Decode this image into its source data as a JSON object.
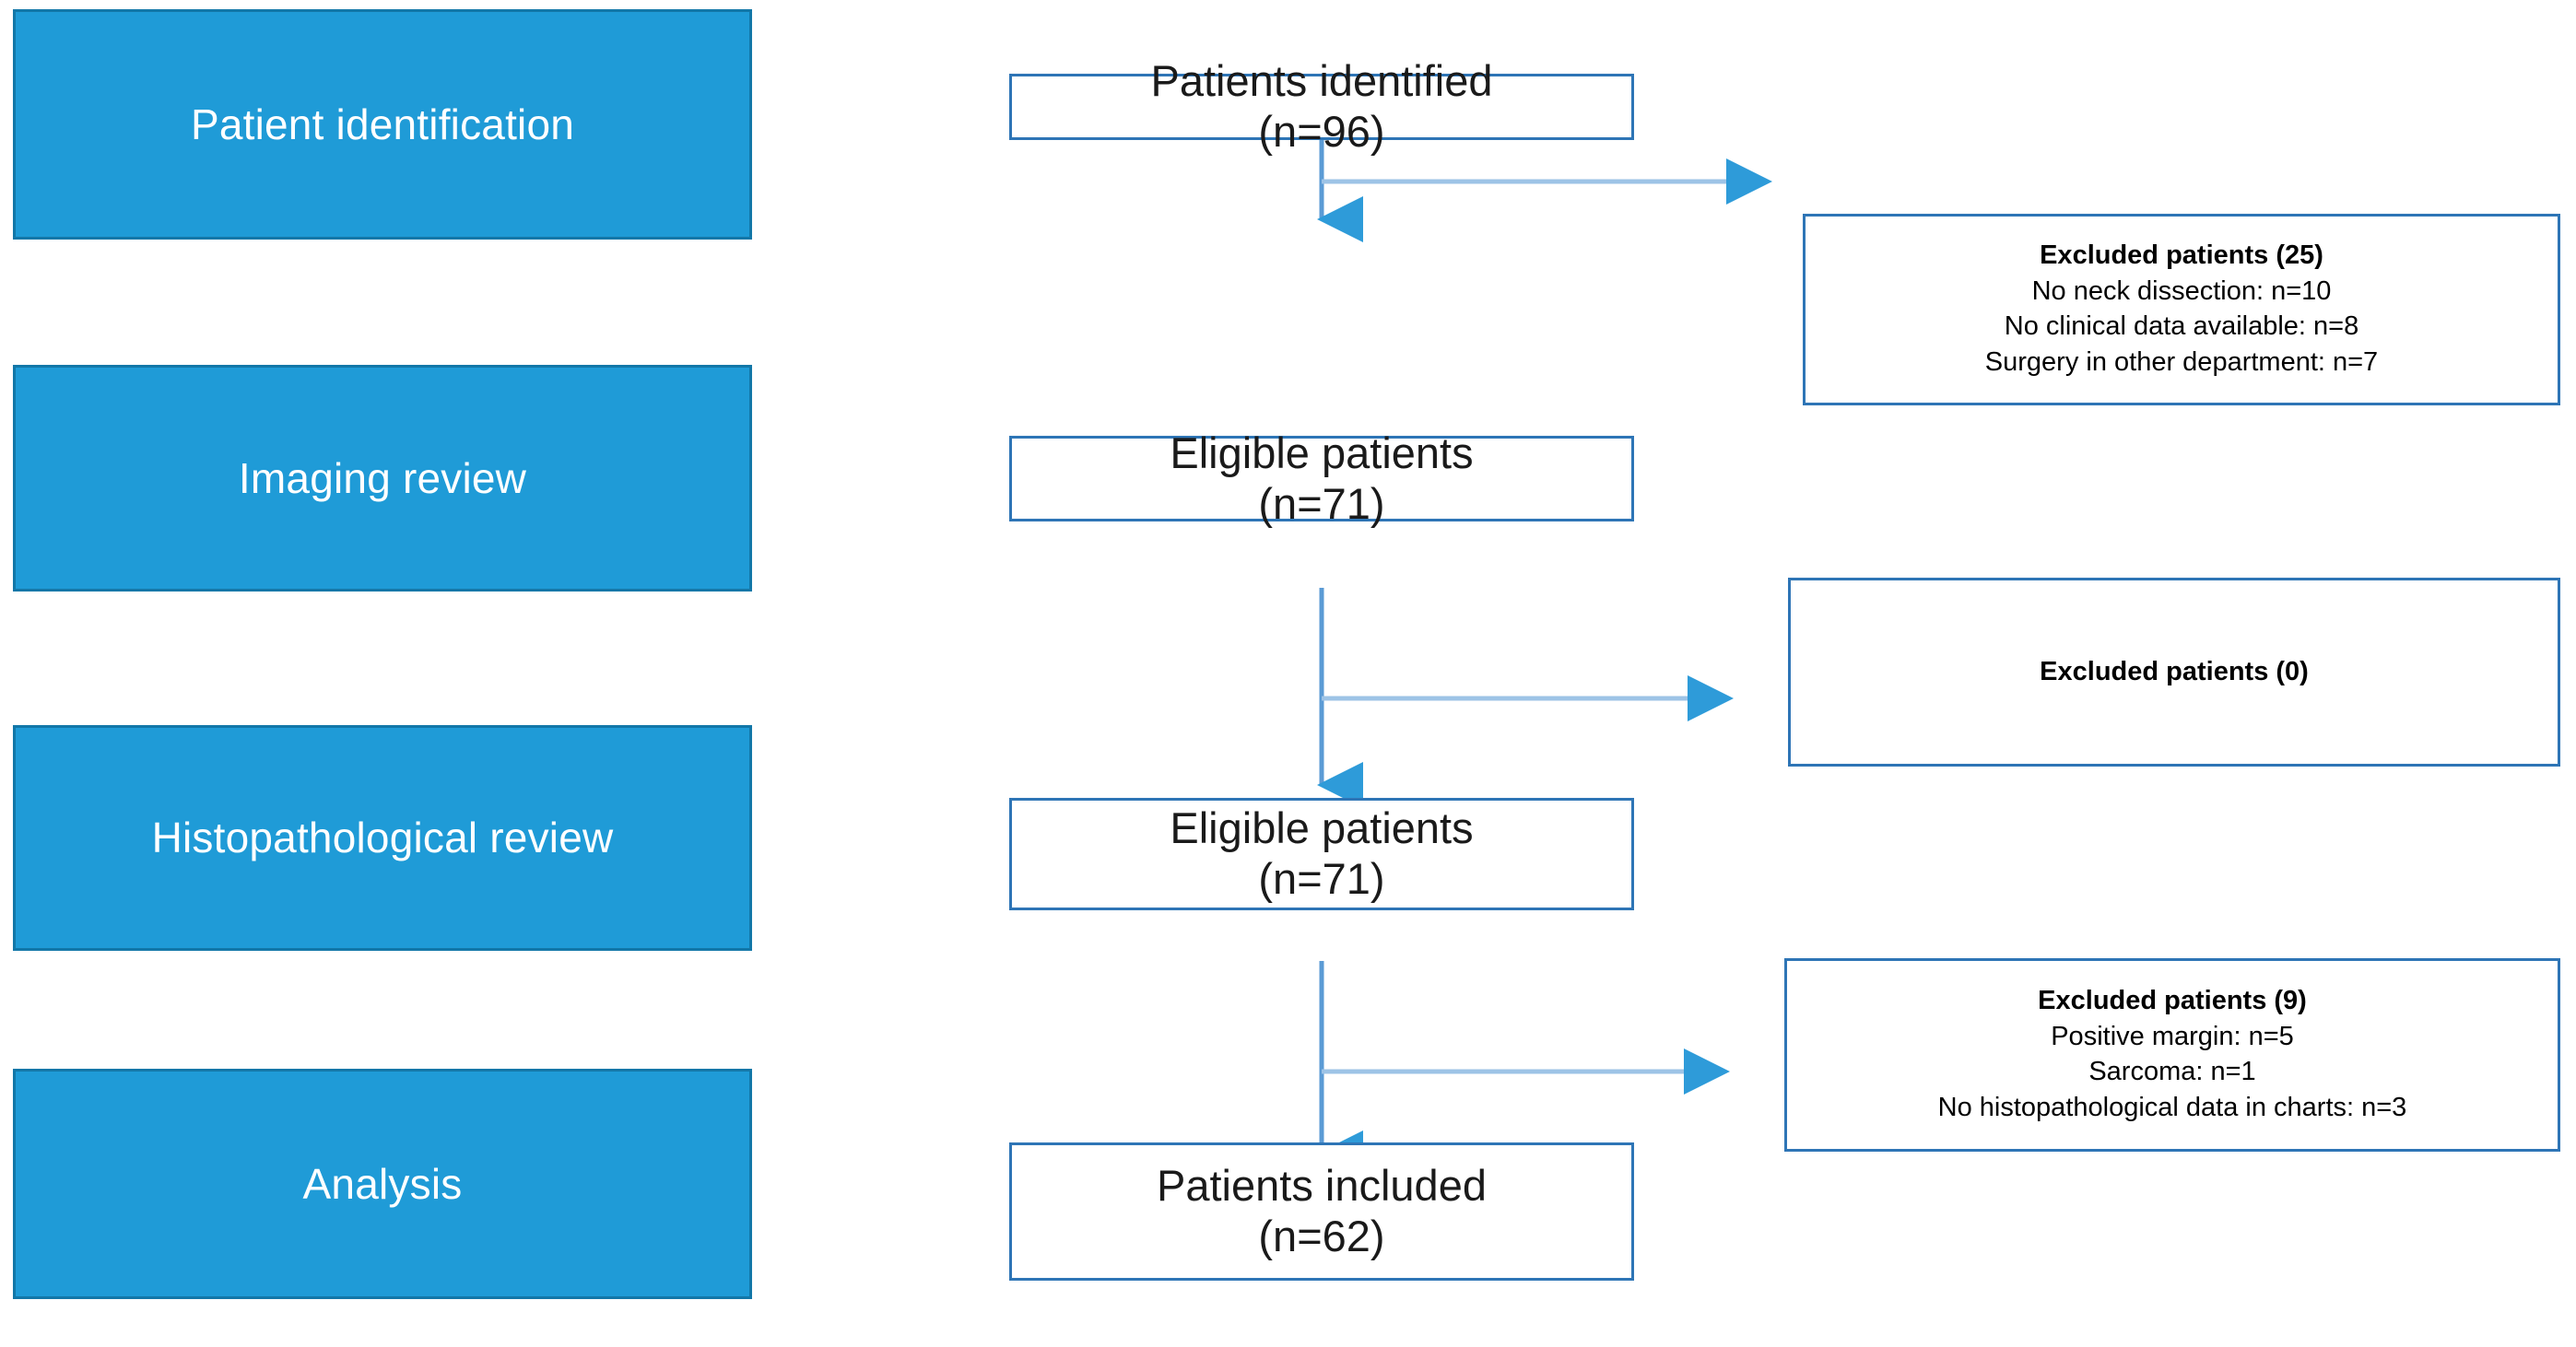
{
  "figure": {
    "type": "patient-flow-diagram",
    "accent_blue_fill": "#1F9BD7",
    "accent_blue_border": "#1277A8",
    "box_border_blue": "#2E75B6",
    "connector_blue": "#5B9BD5",
    "background": "#FFFFFF"
  },
  "stages": [
    {
      "label": "Patient identification"
    },
    {
      "label": "Imaging review"
    },
    {
      "label": "Histopathological review"
    },
    {
      "label": "Analysis"
    }
  ],
  "flow": [
    {
      "title": "Patients identified",
      "count": "(n=96)"
    },
    {
      "title": "Eligible patients",
      "count": "(n=71)"
    },
    {
      "title": "Eligible patients",
      "count": "(n=71)"
    },
    {
      "title": "Patients included",
      "count": "(n=62)"
    }
  ],
  "exclusions": [
    {
      "title": "Excluded patients (25)",
      "reasons": [
        "No neck dissection: n=10",
        "No clinical data available:  n=8",
        "Surgery in other department: n=7"
      ]
    },
    {
      "title": "Excluded patients (0)",
      "reasons": []
    },
    {
      "title": "Excluded patients (9)",
      "reasons": [
        "Positive margin: n=5",
        "Sarcoma: n=1",
        "No histopathological data in charts:  n=3"
      ]
    }
  ]
}
